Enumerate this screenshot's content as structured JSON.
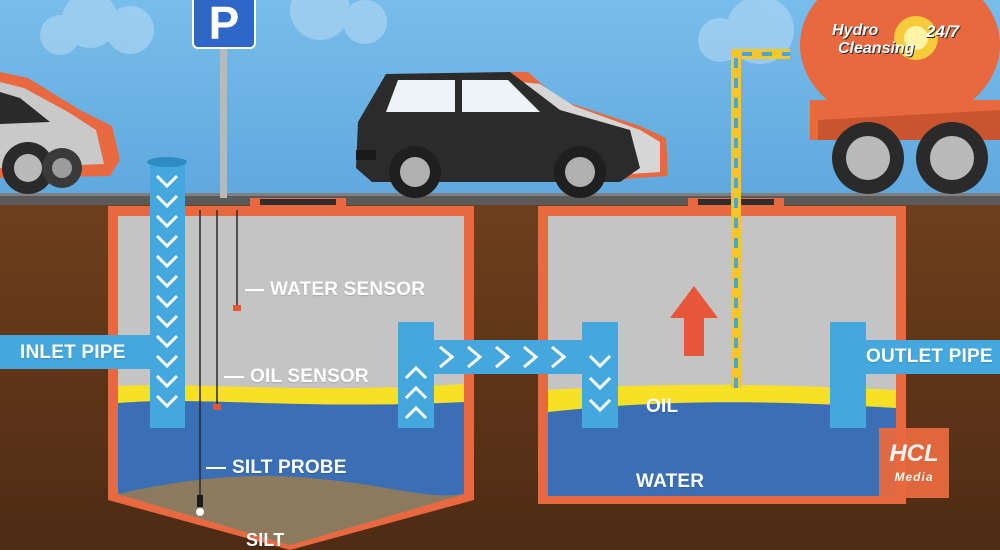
{
  "labels": {
    "water_sensor": "WATER SENSOR",
    "oil_sensor": "OIL SENSOR",
    "silt_probe": "SILT PROBE",
    "silt": "SILT",
    "inlet_pipe": "INLET PIPE",
    "outlet_pipe": "OUTLET PIPE",
    "oil": "OIL",
    "water": "WATER"
  },
  "parking_sign": "P",
  "logo_top": {
    "line1": "Hydro",
    "line2": "Cleansing",
    "number": "24/7"
  },
  "logo_bottom": {
    "line1": "HCL",
    "line2": "Media"
  },
  "colors": {
    "sky": "#6fb5e6",
    "soil": "#6b3d1c",
    "tank_wall": "#e8693f",
    "tank_interior": "#c4c4c4",
    "water": "#3a6fb5",
    "oil": "#f8e026",
    "silt": "#8c7a5e",
    "pipe": "#44a7de",
    "arrow": "#e8563a"
  },
  "icons": [
    "parking-sign-icon",
    "flow-chevron-icon",
    "up-arrow-icon",
    "car-icon",
    "truck-icon",
    "sensor-icon"
  ]
}
